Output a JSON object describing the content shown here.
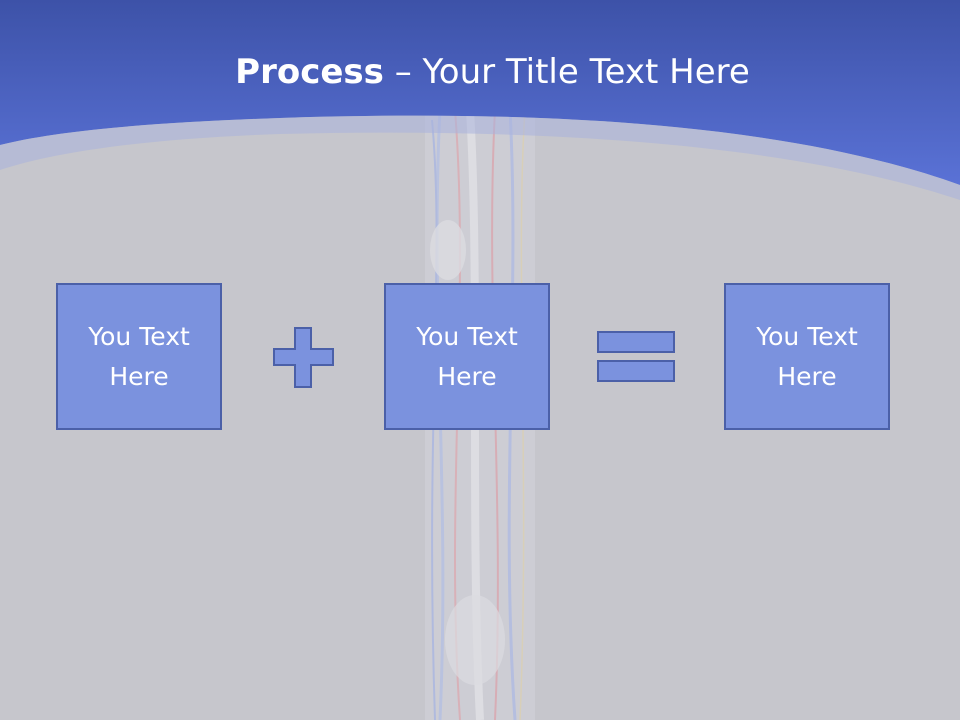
{
  "slide": {
    "title_bold": "Process",
    "title_sep": " – ",
    "title_rest": "Your Title Text Here"
  },
  "boxes": [
    {
      "line1": "You Text",
      "line2": "Here"
    },
    {
      "line1": "You Text",
      "line2": "Here"
    },
    {
      "line1": "You Text",
      "line2": "Here"
    }
  ],
  "operators": [
    "plus-icon",
    "equals-icon"
  ],
  "colors": {
    "header_blue": "#5068c6",
    "background_gray": "#c6c6cc",
    "box_fill": "#7b92de",
    "box_border": "#4b60a8"
  }
}
